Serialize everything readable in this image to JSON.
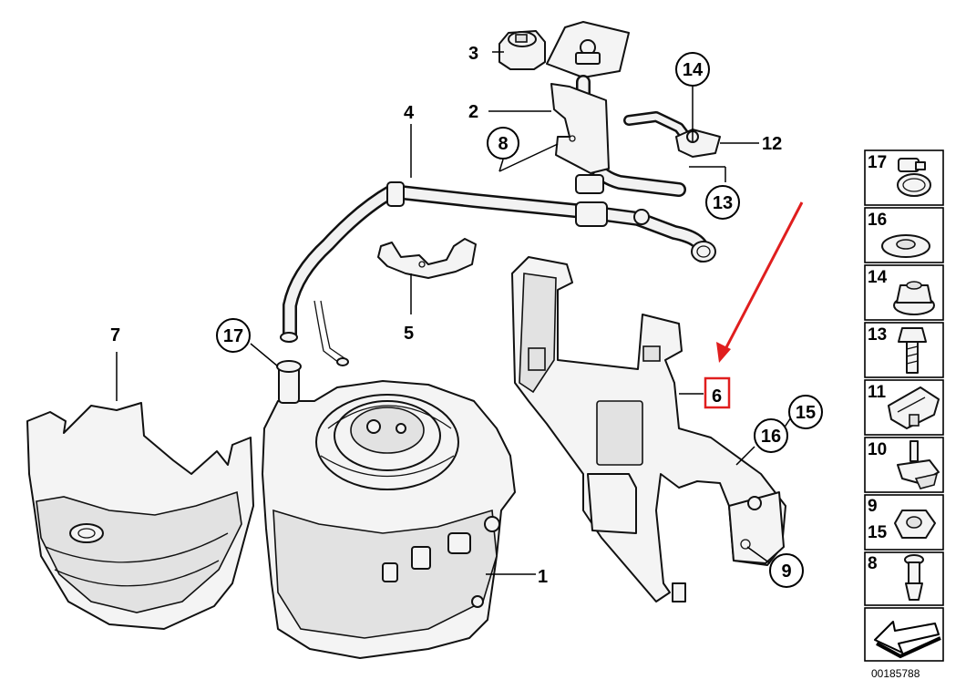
{
  "diagram": {
    "callouts": {
      "p1": "1",
      "p2": "2",
      "p3": "3",
      "p4": "4",
      "p5": "5",
      "p6": "6",
      "p7": "7",
      "p8": "8",
      "p9": "9",
      "p12": "12",
      "p13": "13",
      "p14": "14",
      "p15": "15",
      "p16": "16",
      "p17": "17"
    },
    "highlighted_part": "6",
    "highlight_color": "#e01e1e"
  },
  "legend": {
    "items": [
      {
        "label": "17",
        "icon": "hose-clamp-icon"
      },
      {
        "label": "16",
        "icon": "washer-icon"
      },
      {
        "label": "14",
        "icon": "collar-nut-icon"
      },
      {
        "label": "13",
        "icon": "hex-bolt-icon"
      },
      {
        "label": "11",
        "icon": "clip-nut-icon"
      },
      {
        "label": "10",
        "icon": "expanding-rivet-icon"
      },
      {
        "label": "9",
        "label2": "15",
        "icon": "hex-nut-icon"
      },
      {
        "label": "8",
        "icon": "plastic-rivet-icon"
      }
    ],
    "arrow_icon": "next-page-arrow-icon",
    "diagram_code": "00185788"
  }
}
